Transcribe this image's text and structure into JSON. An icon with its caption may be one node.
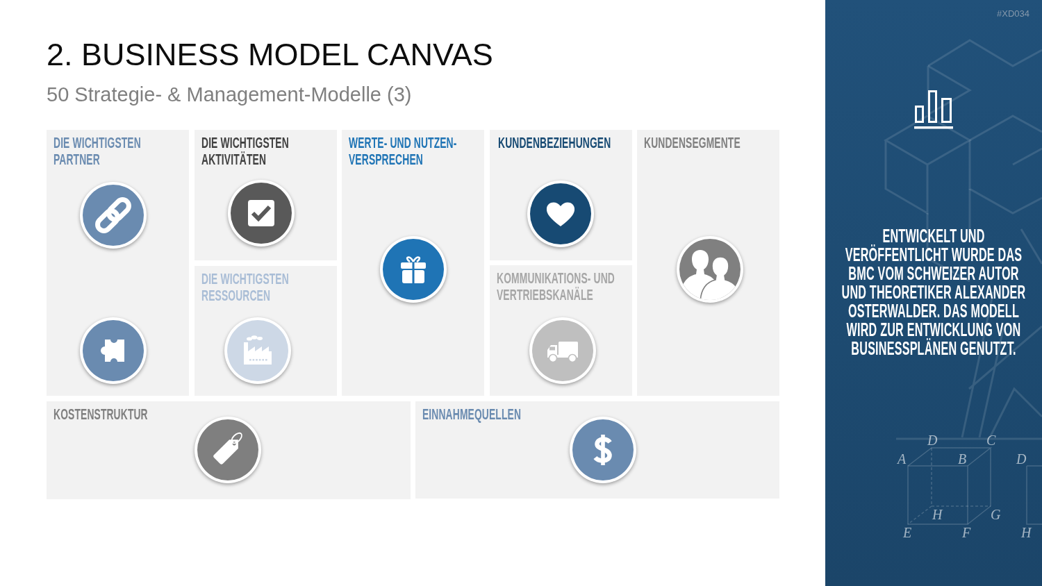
{
  "diagram": {
    "title": "2. BUSINESS MODEL CANVAS",
    "nodes": [
      {
        "text": [
          "DIE WICHTIGSTEN PARTNER"
        ]
      },
      {
        "text": [
          "DIE WICHTIGSTEN AKTIVITÄTEN"
        ]
      },
      {
        "text": [
          "DIE WICHTIGSTEN RESSOURCEN"
        ]
      },
      {
        "text": [
          "WERTE- UND NUTZEN- VERSPRECHEN"
        ]
      },
      {
        "text": [
          "KUNDENBEZIEHUNGEN"
        ]
      },
      {
        "text": [
          "KOMMUNIKATIONS- UND VERTRIEBSKANÄLE"
        ]
      },
      {
        "text": [
          "KUNDENSEGMENTE"
        ]
      },
      {
        "text": [
          "KOSTENSTRUKTUR"
        ]
      },
      {
        "text": [
          "EINNAHMEQUELLEN"
        ]
      },
      {
        "text": [
          "ENTWICKELT UND VERÖFFENTLICHT WURDE DAS BMC VOM SCHWEIZER AUTOR UND THEORETIKER ALEXANDER OSTERWALDER. DAS MODELL WIRD ZUR ENTWICKLUNG VON BUSINESSPLÄNEN GENUTZT."
        ]
      }
    ],
    "labels": [
      "#XD034",
      "50 Strategie- & Management-Modelle (3)",
      "D",
      "C",
      "A",
      "B",
      "D",
      "H",
      "G",
      "E",
      "F",
      "H"
    ]
  }
}
